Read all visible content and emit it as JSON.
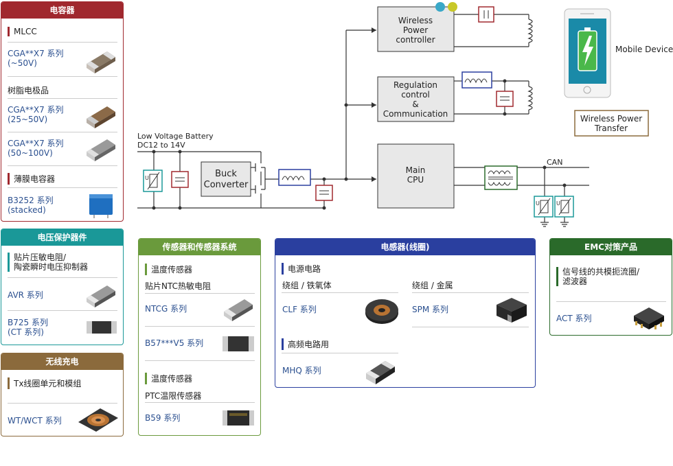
{
  "colors": {
    "capacitor": "#a0282e",
    "protection": "#1a9898",
    "wireless": "#8b6a3c",
    "sensor": "#6a9a3c",
    "inductor": "#2a3f9f",
    "emc": "#2a6a2a",
    "link": "#2a4f8f"
  },
  "capacitor_panel": {
    "title": "电容器",
    "mlcc": "MLCC",
    "item1": "CGA**X7 系列\n(~50V)",
    "resin": "树脂电极品",
    "item2": "CGA**X7 系列\n(25~50V)",
    "item3": "CGA**X7 系列\n(50~100V)",
    "film": "薄膜电容器",
    "item4": "B3252 系列\n(stacked)"
  },
  "protection_panel": {
    "title": "电压保护器件",
    "sub": "贴片压敏电阻/\n陶瓷瞬时电压抑制器",
    "item1": "AVR 系列",
    "item2": "B725 系列\n(CT 系列)"
  },
  "wireless_panel": {
    "title": "无线充电",
    "sub": "Tx线圈单元和模组",
    "item1": "WT/WCT 系列"
  },
  "sensor_panel": {
    "title": "传感器和传感器系统",
    "sub1": "温度传感器",
    "sub1b": "贴片NTC热敏电阻",
    "item1": "NTCG 系列",
    "item2": "B57***V5 系列",
    "sub2": "温度传感器",
    "sub2b": "PTC温限传感器",
    "item3": "B59 系列"
  },
  "inductor_panel": {
    "title": "电感器(线圈)",
    "sub1": "电源电路",
    "sub1a": "绕组 / 铁氧体",
    "sub1b": "绕组 / 金属",
    "item1": "CLF 系列",
    "item2": "SPM 系列",
    "sub2": "高频电路用",
    "item3": "MHQ 系列"
  },
  "emc_panel": {
    "title": "EMC对策产品",
    "sub": "信号线的共模扼流圈/\n滤波器",
    "item1": "ACT 系列"
  },
  "diagram": {
    "battery_label1": "Low Voltage Battery",
    "battery_label2": "DC12 to 14V",
    "buck1": "Buck",
    "buck2": "Converter",
    "wpc1": "Wireless",
    "wpc2": "Power",
    "wpc3": "controller",
    "reg1": "Regulation",
    "reg2": "control",
    "reg3": "&",
    "reg4": "Communication",
    "cpu1": "Main",
    "cpu2": "CPU",
    "can": "CAN",
    "mobile": "Mobile Device",
    "wpt1": "Wireless Power",
    "wpt2": "Transfer"
  }
}
